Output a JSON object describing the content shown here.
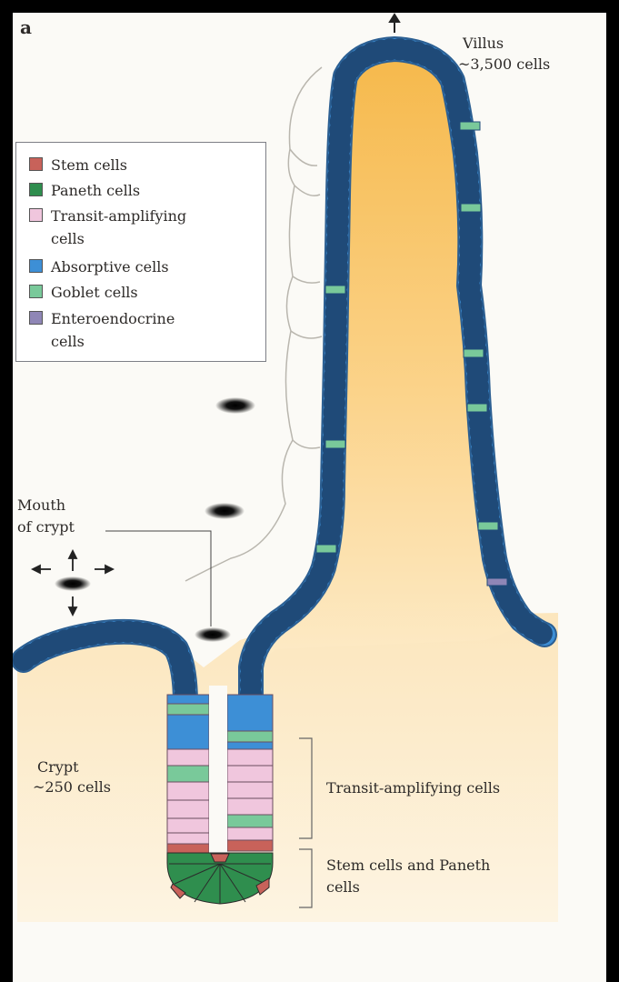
{
  "panel_label": "a",
  "villus": {
    "title": "Villus",
    "count": "~3,500 cells"
  },
  "mouth": {
    "line1": "Mouth",
    "line2": "of crypt"
  },
  "crypt": {
    "title": "Crypt",
    "count": "~250 cells"
  },
  "brackets": {
    "transit": "Transit-amplifying cells",
    "stem_line1": "Stem cells and Paneth",
    "stem_line2": "cells"
  },
  "legend": [
    {
      "label": "Stem cells",
      "label2": "",
      "color": "#c8625a"
    },
    {
      "label": "Paneth cells",
      "label2": "",
      "color": "#2f8e4e"
    },
    {
      "label": "Transit-amplifying",
      "label2": "cells",
      "color": "#f0c6dd"
    },
    {
      "label": "Absorptive cells",
      "label2": "",
      "color": "#3d8fd6"
    },
    {
      "label": "Goblet cells",
      "label2": "",
      "color": "#79c99a"
    },
    {
      "label": "Enteroendocrine",
      "label2": "cells",
      "color": "#8f86b6"
    }
  ],
  "colors": {
    "villus_core_top": "#f6b94c",
    "villus_core_bottom": "#fce8bf",
    "absorptive": "#3d8fd6",
    "goblet": "#79c99a",
    "paneth": "#2f8e4e",
    "stem": "#c8625a",
    "transit": "#f0c6dd"
  }
}
